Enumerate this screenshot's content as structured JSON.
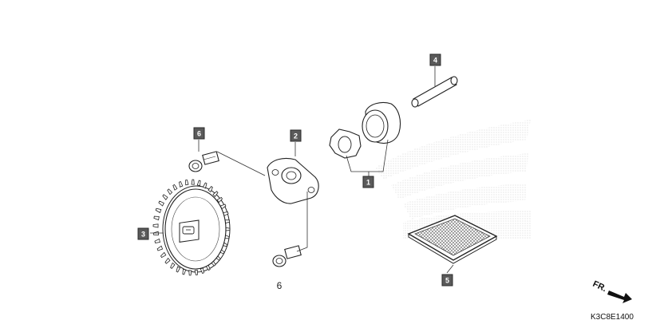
{
  "diagram": {
    "callouts": [
      {
        "id": "c1",
        "label": "1"
      },
      {
        "id": "c2",
        "label": "2"
      },
      {
        "id": "c3",
        "label": "3"
      },
      {
        "id": "c4",
        "label": "4"
      },
      {
        "id": "c5",
        "label": "5"
      },
      {
        "id": "c6",
        "label": "6"
      }
    ],
    "plain_labels": {
      "bolt_lower": "6"
    },
    "direction_label": "FR.",
    "diagram_code": "K3C8E1400"
  }
}
